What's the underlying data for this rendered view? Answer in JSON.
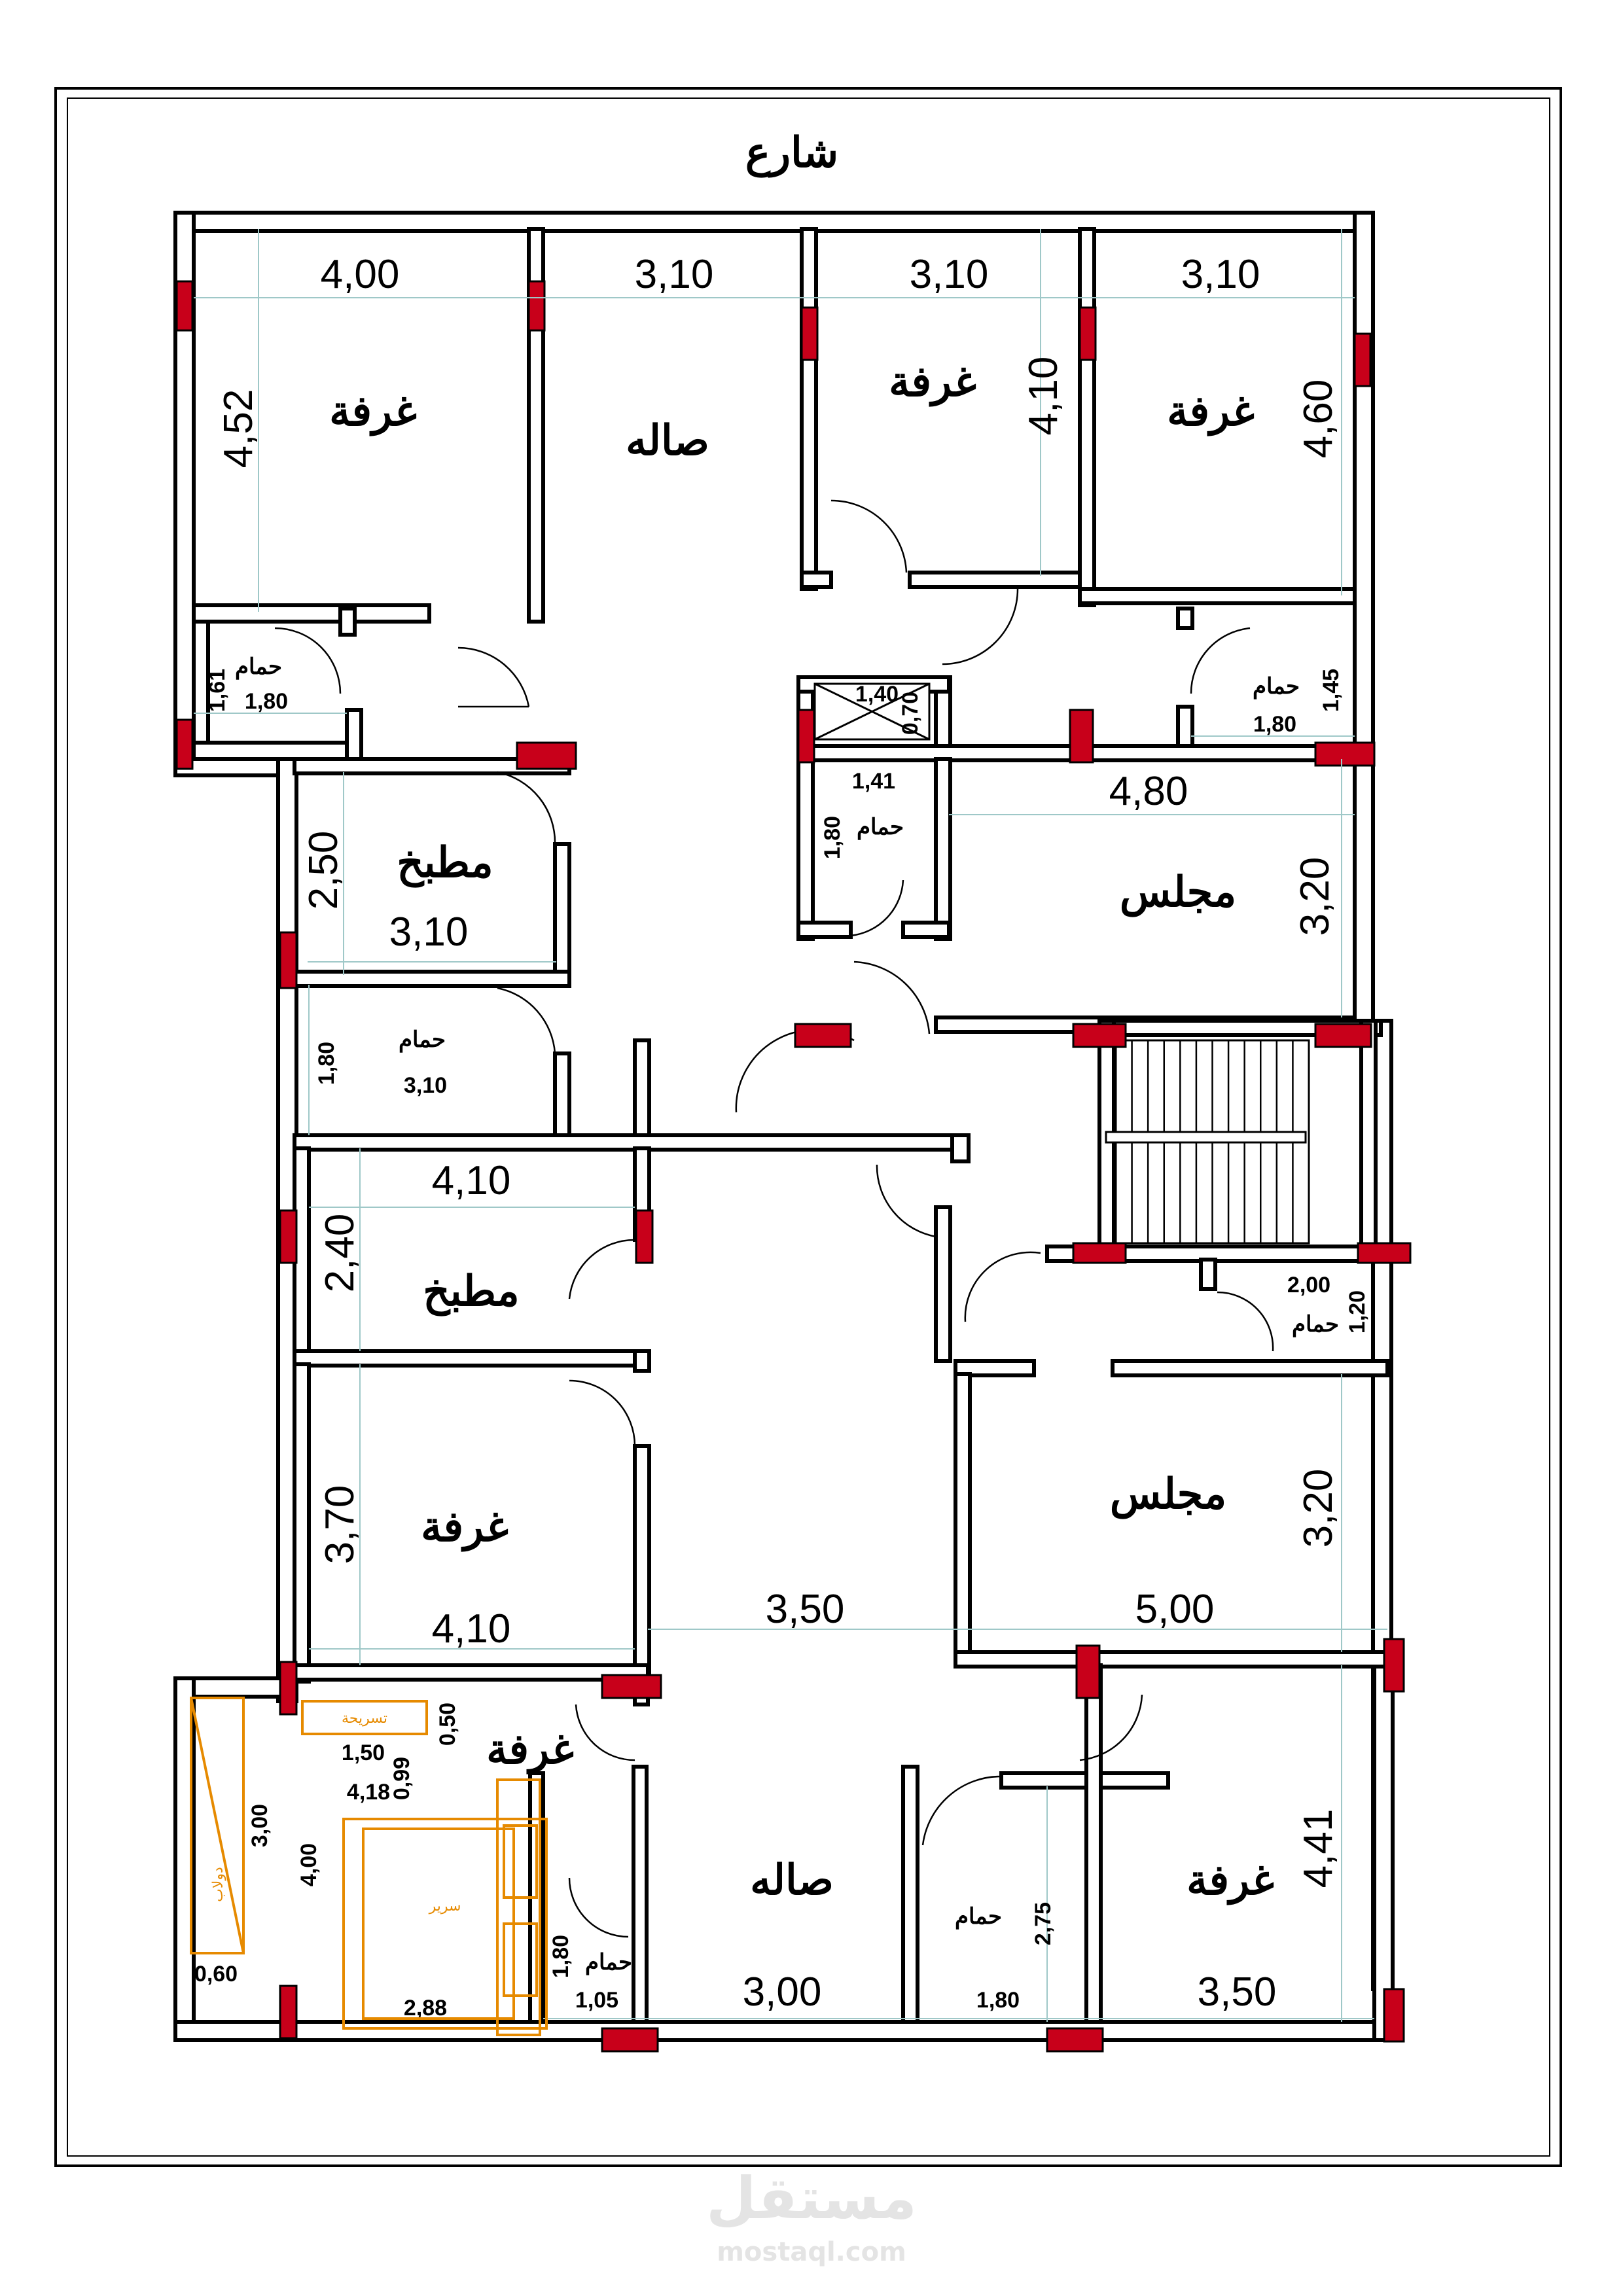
{
  "street_label": "شارع",
  "rooms": {
    "bedroom_tl": "غرفة",
    "hall_top": "صاله",
    "bedroom_t2": "غرفة",
    "bedroom_tr": "غرفة",
    "bath_tl": "حمام",
    "bath_tr": "حمام",
    "bath_mid": "حمام",
    "kitchen_1": "مطبخ",
    "majlis_1": "مجلس",
    "bath_left": "حمام",
    "kitchen_2": "مطبخ",
    "bath_stair": "حمام",
    "bedroom_ml": "غرفة",
    "majlis_2": "مجلس",
    "bedroom_bl": "غرفة",
    "hall_bottom": "صاله",
    "bath_bottom": "حمام",
    "bath_br": "حمام",
    "bedroom_br": "غرفة"
  },
  "dimensions": {
    "d1": "4,00",
    "d2": "3,10",
    "d3": "3,10",
    "d4": "3,10",
    "d5": "4,52",
    "d6": "4,10",
    "d7": "4,60",
    "d8": "1,61",
    "d9": "1,80",
    "d10": "1,40",
    "d11": "0,70",
    "d12": "1,45",
    "d13": "1,80",
    "d14": "1,41",
    "d15": "1,80",
    "d16": "4,80",
    "d17": "2,50",
    "d18": "3,10",
    "d19": "3,20",
    "d20": "1,80",
    "d21": "3,10",
    "d22": "4,10",
    "d23": "2,40",
    "d24": "2,00",
    "d25": "1,20",
    "d26": "3,70",
    "d27": "3,20",
    "d28": "3,50",
    "d29": "5,00",
    "d30": "4,10",
    "d31": "0,50",
    "d32": "1,50",
    "d33": "4,18",
    "d34": "0,99",
    "d35": "3,00",
    "d36": "4,00",
    "d37": "4,41",
    "d38": "2,75",
    "d39": "0,60",
    "d40": "1,80",
    "d41": "2,88",
    "d42": "1,05",
    "d43": "3,00",
    "d44": "1,80",
    "d45": "3,50"
  },
  "furniture": {
    "wardrobe": "دولاب",
    "dresser": "تسريحة",
    "bed": "سرير"
  },
  "watermark": {
    "arabic": "مستقل",
    "latin": "mostaql.com"
  },
  "colors": {
    "window": "#c8001a",
    "dimension_line": "#9fc8c8",
    "furniture": "#e68a00"
  }
}
